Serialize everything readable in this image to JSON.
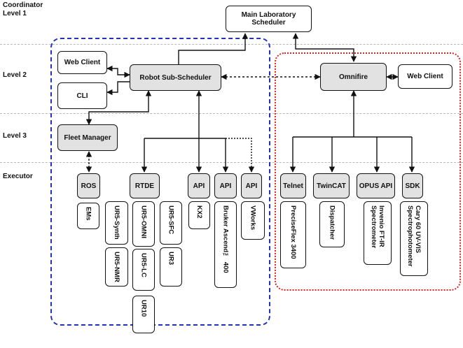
{
  "levels": {
    "coordinator": "Coordinator\nLevel 1",
    "level2": "Level 2",
    "level3": "Level 3",
    "executor": "Executor"
  },
  "nodes": {
    "main_scheduler": "Main Laboratory\nScheduler",
    "web_client_left": "Web Client",
    "cli": "CLI",
    "robot_sub_scheduler": "Robot Sub-Scheduler",
    "omnifire": "Omnifire",
    "web_client_right": "Web Client",
    "fleet_manager": "Fleet Manager"
  },
  "interfaces": {
    "ros": "ROS",
    "rtde": "RTDE",
    "api_1": "API",
    "api_2": "API",
    "api_3": "API",
    "telnet": "Telnet",
    "twincat": "TwinCAT",
    "opus_api": "OPUS API",
    "sdk": "SDK"
  },
  "devices": {
    "ems": "EMs",
    "ur5_synth": "UR5-Synth",
    "ur5_nmr": "UR5-NMR",
    "ur5_omni": "UR5-OMNI",
    "ur5_lc": "UR5-LC",
    "ur10": "UR10",
    "ur5_sfc": "UR5-SFC",
    "ur3": "UR3",
    "kx2": "KX2",
    "bruker": "Bruker Ascend™ 400",
    "vworks": "VWorks",
    "preciseflex": "PreciseFlex 3400",
    "dispatcher": "Dispatcher",
    "invenio": "Invenio FT-IR\nSpectrometer",
    "cary": "Cary 60 UV-VIS\nSpectrophotometer"
  },
  "colors": {
    "left_region": "#2233bb",
    "right_region": "#dd2222",
    "grey_fill": "#e2e2e2"
  }
}
